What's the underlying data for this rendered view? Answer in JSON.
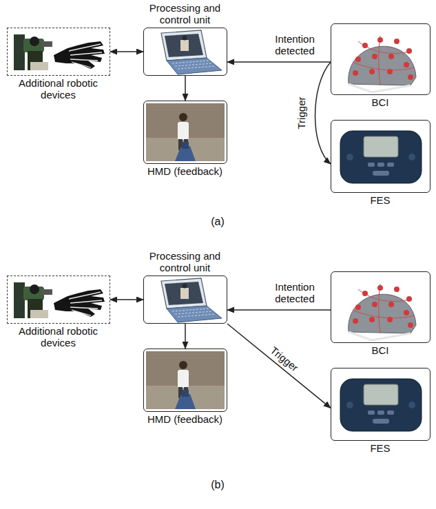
{
  "diagram": {
    "nodes": [
      {
        "text": [
          "Processing and control unit"
        ]
      },
      {
        "text": [
          "Additional robotic devices"
        ]
      },
      {
        "text": [
          "BCI"
        ]
      },
      {
        "text": [
          "HMD (feedback)"
        ]
      },
      {
        "text": [
          "FES"
        ]
      },
      {
        "text": [
          "Processing and control unit"
        ]
      },
      {
        "text": [
          "Additional robotic devices"
        ]
      },
      {
        "text": [
          "BCI"
        ]
      },
      {
        "text": [
          "HMD (feedback)"
        ]
      },
      {
        "text": [
          "FES"
        ]
      }
    ],
    "edges": [
      {
        "from": 1,
        "to": 0,
        "arrow": "both"
      },
      {
        "from": 0,
        "to": 3,
        "arrow": "to"
      },
      {
        "from": 2,
        "to": 0,
        "arrow": "to",
        "label": "Intention detected"
      },
      {
        "from": 2,
        "to": 4,
        "arrow": "to",
        "label": "Trigger"
      },
      {
        "from": 6,
        "to": 5,
        "arrow": "both"
      },
      {
        "from": 5,
        "to": 8,
        "arrow": "to"
      },
      {
        "from": 7,
        "to": 5,
        "arrow": "to",
        "label": "Intention detected"
      },
      {
        "from": 5,
        "to": 9,
        "arrow": "to",
        "label": "Trigger"
      }
    ],
    "labels": [
      "(a)",
      "(b)"
    ]
  }
}
